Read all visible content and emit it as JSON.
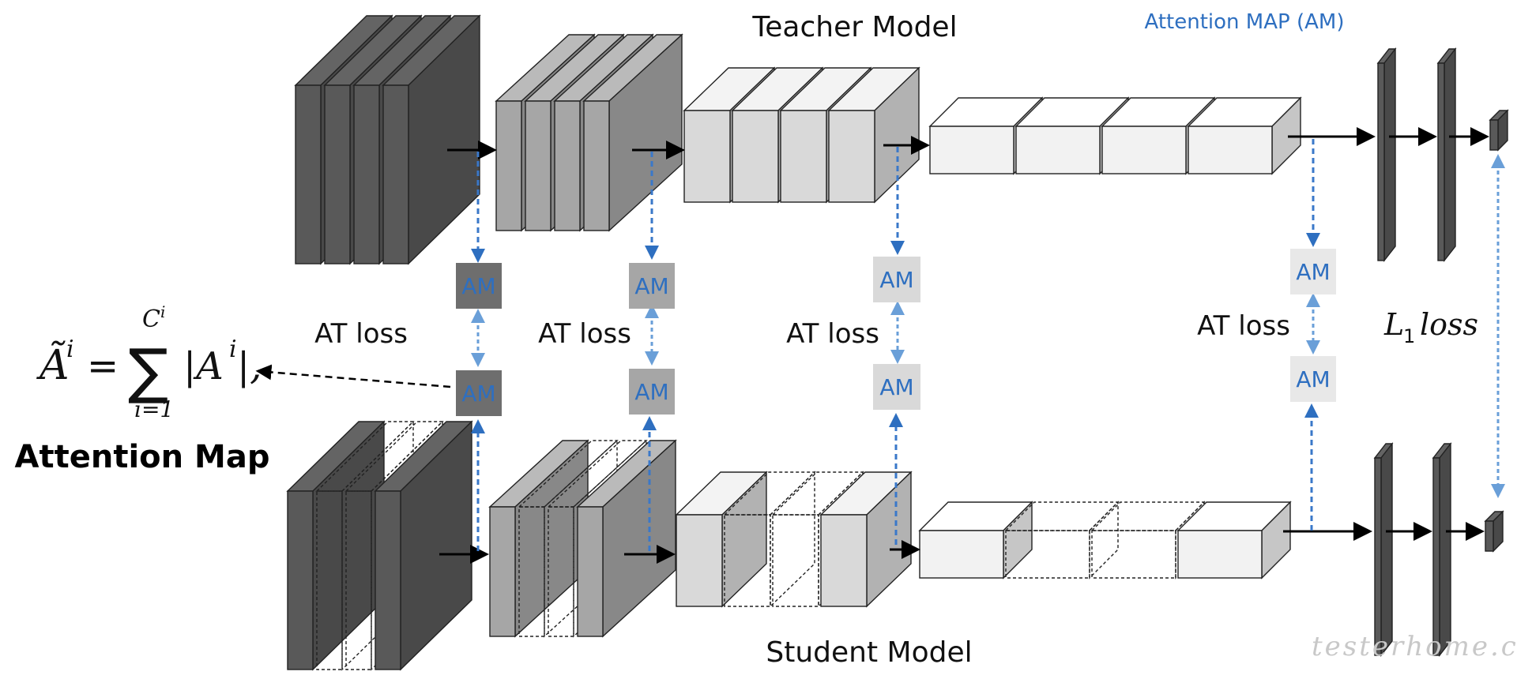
{
  "header": {
    "teacher_title": "Teacher Model",
    "student_title": "Student Model",
    "legend": "Attention MAP (AM)"
  },
  "am_label": "AM",
  "loss_labels": [
    "AT loss",
    "AT loss",
    "AT loss",
    "AT loss"
  ],
  "l1_loss": {
    "symbol": "L",
    "subscript": "1",
    "word": "loss"
  },
  "formula": {
    "lhs": "Ã",
    "lhs_sup": "i",
    "equals": "=",
    "sum": "∑",
    "upper": "C",
    "upper_sup": "i",
    "lower": "i=1",
    "rhs": "|A",
    "rhs_sup": "i",
    "rhs_end": "|,"
  },
  "attention_map_title": "Attention Map",
  "watermark": "testerhome.com",
  "colors": {
    "accent_blue": "#2e6fc0",
    "dash_blue": "#3a78c9",
    "light_blue": "#6a9fd8",
    "dark_block": "#595959",
    "mid_block": "#a6a6a6",
    "light_block": "#d9d9d9",
    "pale_block": "#f2f2f2"
  }
}
